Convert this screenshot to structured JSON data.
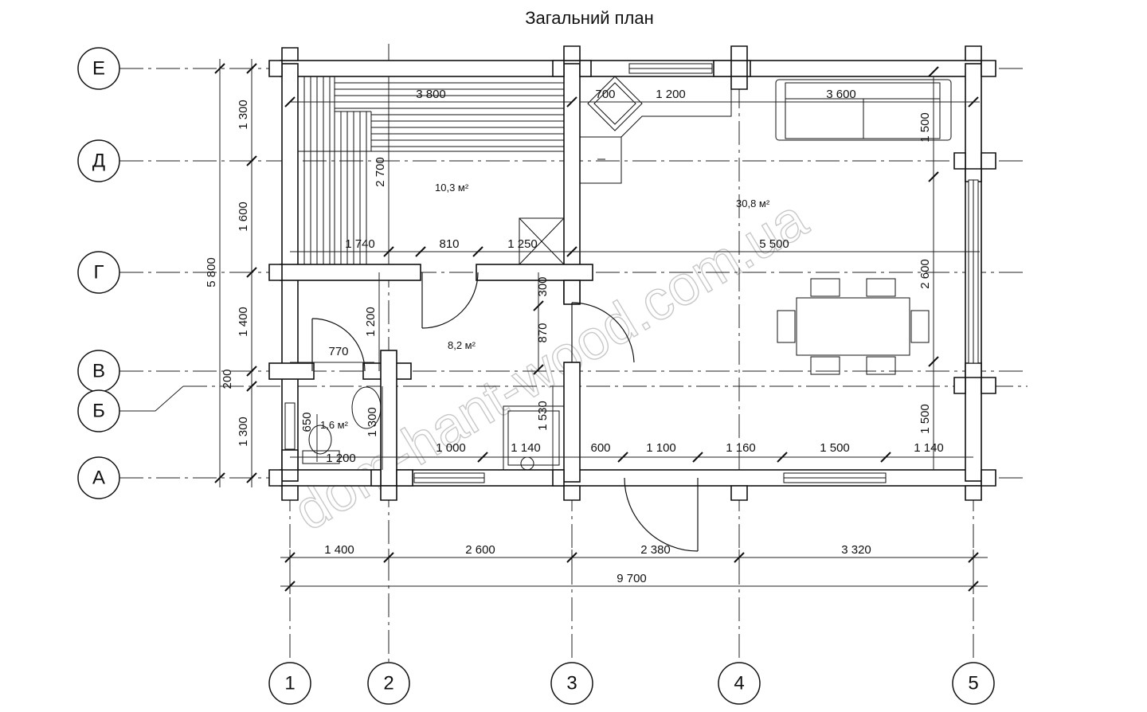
{
  "title": "Загальний план",
  "watermark": "dom-hant-wood.com.ua",
  "axes": {
    "rows": [
      "Е",
      "Д",
      "Г",
      "В",
      "Б",
      "А"
    ],
    "cols": [
      "1",
      "2",
      "3",
      "4",
      "5"
    ]
  },
  "dimensions": {
    "left": [
      "1 300",
      "1 600",
      "1 400",
      "200",
      "1 300"
    ],
    "left_total": "5 800",
    "bottom": [
      "1 400",
      "2 600",
      "2 380",
      "3 320"
    ],
    "bottom_total": "9 700",
    "interior": {
      "sauna_top": "3 800",
      "sauna_height": "2 700",
      "stove": "700",
      "counter": "1 200",
      "sofa": "3 600",
      "right_upper": "1 500",
      "right_mid": "2 600",
      "right_lower": "1 500",
      "g_left": "1 740",
      "g_door": "810",
      "g_mid": "1 250",
      "g_right": "5 500",
      "door_gap_300": "300",
      "door_870": "870",
      "mid_1200": "1 200",
      "door_770": "770",
      "wc_1300": "1 300",
      "wc_650": "650",
      "wc_1200": "1 200",
      "shower_1530": "1 530",
      "b_1000": "1 000",
      "b_1140": "1 140",
      "b_600": "600",
      "b_1100": "1 100",
      "b_1160": "1 160",
      "b_1500": "1 500",
      "b_1140b": "1 140"
    }
  },
  "rooms": {
    "sauna": "10,3 м²",
    "hall": "8,2 м²",
    "wc": "1,6 м²",
    "living": "30,8 м²"
  }
}
